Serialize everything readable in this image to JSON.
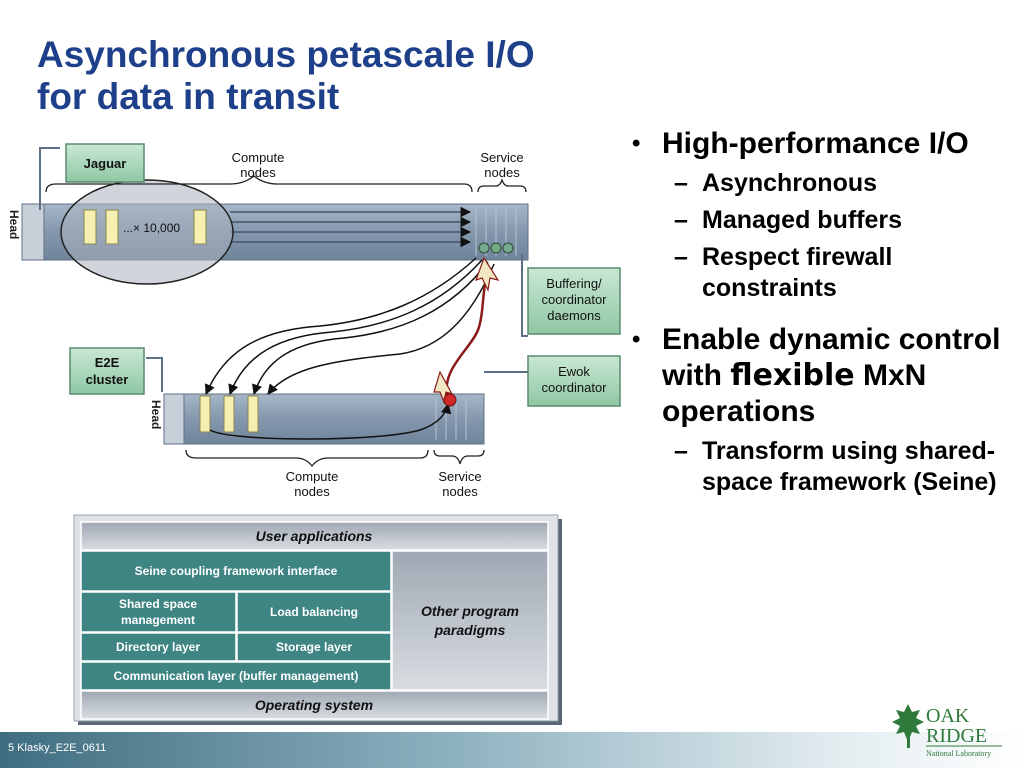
{
  "title": {
    "line1": "Asynchronous petascale I/O",
    "line2": "for data in transit"
  },
  "bullets": {
    "b1": "High-performance I/O",
    "b1_subs": [
      "Asynchronous",
      "Managed buffers",
      "Respect firewall constraints"
    ],
    "b2_pre": "Enable dynamic control with ",
    "b2_flex": "flexible",
    "b2_post": " MxN operations",
    "b2_subs": [
      "Transform using shared-space framework (Seine)"
    ]
  },
  "diagram": {
    "jaguar": "Jaguar",
    "e2e": [
      "E2E",
      "cluster"
    ],
    "head": "Head",
    "compute_nodes": [
      "Compute",
      "nodes"
    ],
    "service_nodes": [
      "Service",
      "nodes"
    ],
    "multiplier": "...× 10,000",
    "buffering": [
      "Buffering/",
      "coordinator",
      "daemons"
    ],
    "ewok": [
      "Ewok",
      "coordinator"
    ]
  },
  "stack": {
    "user_apps": "User applications",
    "seine": "Seine coupling framework interface",
    "shared_space": [
      "Shared space",
      "management"
    ],
    "load_balancing": "Load balancing",
    "directory": "Directory layer",
    "storage": "Storage layer",
    "communication": "Communication layer (buffer management)",
    "other": [
      "Other program",
      "paradigms"
    ],
    "os": "Operating system"
  },
  "footer": "5 Klasky_E2E_0611",
  "logo": {
    "line1": "OAK",
    "line2": "RIDGE",
    "line3": "National Laboratory"
  },
  "colors": {
    "title": "#1e3f8a",
    "teal": "#3e8584",
    "rack": "#8a9eb5",
    "callout_green": "#9fd2b4",
    "arrow_red": "#8b1a1a"
  }
}
